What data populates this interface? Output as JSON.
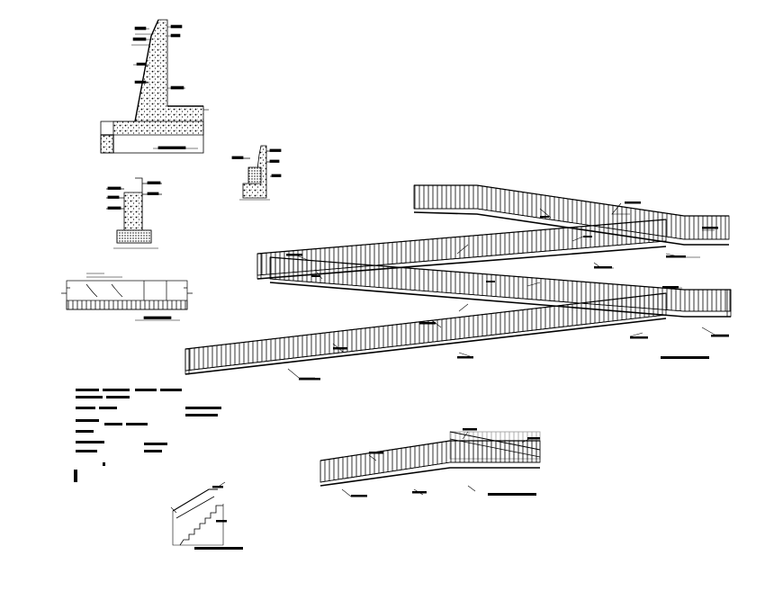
{
  "drawing": {
    "background": "#ffffff",
    "line_color": "#000000",
    "detail_names": [
      "retaining-wall-section-large",
      "retaining-wall-section-small",
      "wall-footing-section",
      "plan-strip-detail",
      "legend-notes-block",
      "zigzag-ramp-elevation",
      "lower-ramp-elevation",
      "stair-section"
    ]
  }
}
